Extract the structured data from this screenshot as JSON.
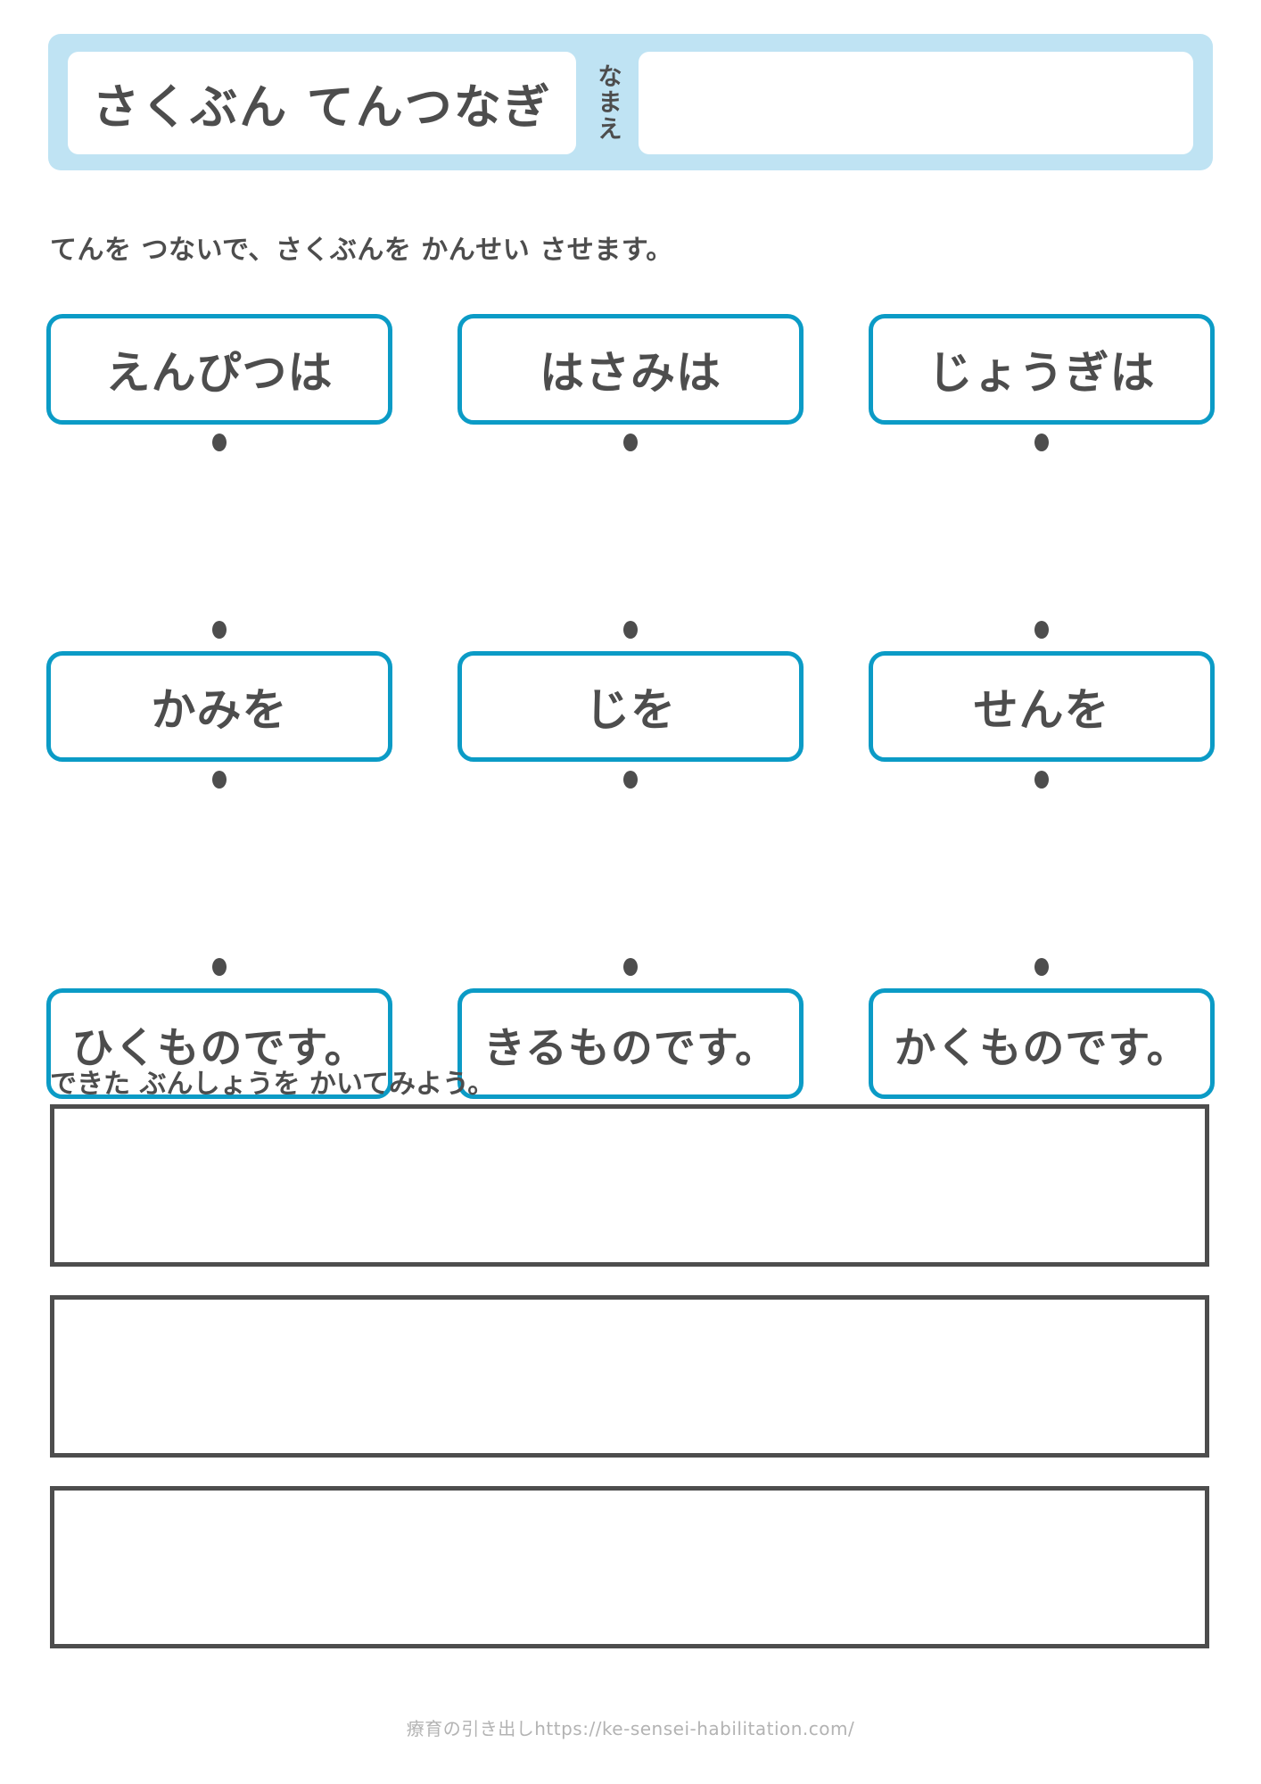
{
  "header": {
    "title": "さくぶん てんつなぎ",
    "name_label": "なまえ",
    "name_value": "",
    "band_color": "#bfe3f3"
  },
  "instruction": "てんを つないで、さくぶんを かんせい させます。",
  "accent_color": "#0b9bc6",
  "text_color": "#4d4d4d",
  "grid": {
    "row1": [
      {
        "label": "えんぴつは"
      },
      {
        "label": "はさみは"
      },
      {
        "label": "じょうぎは"
      }
    ],
    "row2": [
      {
        "label": "かみを"
      },
      {
        "label": "じを"
      },
      {
        "label": "せんを"
      }
    ],
    "row3": [
      {
        "label": "ひくものです。"
      },
      {
        "label": "きるものです。"
      },
      {
        "label": "かくものです。"
      }
    ]
  },
  "write": {
    "label": "できた ぶんしょうを かいてみよう。",
    "lines": [
      "",
      "",
      ""
    ]
  },
  "footer": {
    "credit": "療育の引き出し",
    "url": "https://ke-sensei-habilitation.com/"
  }
}
